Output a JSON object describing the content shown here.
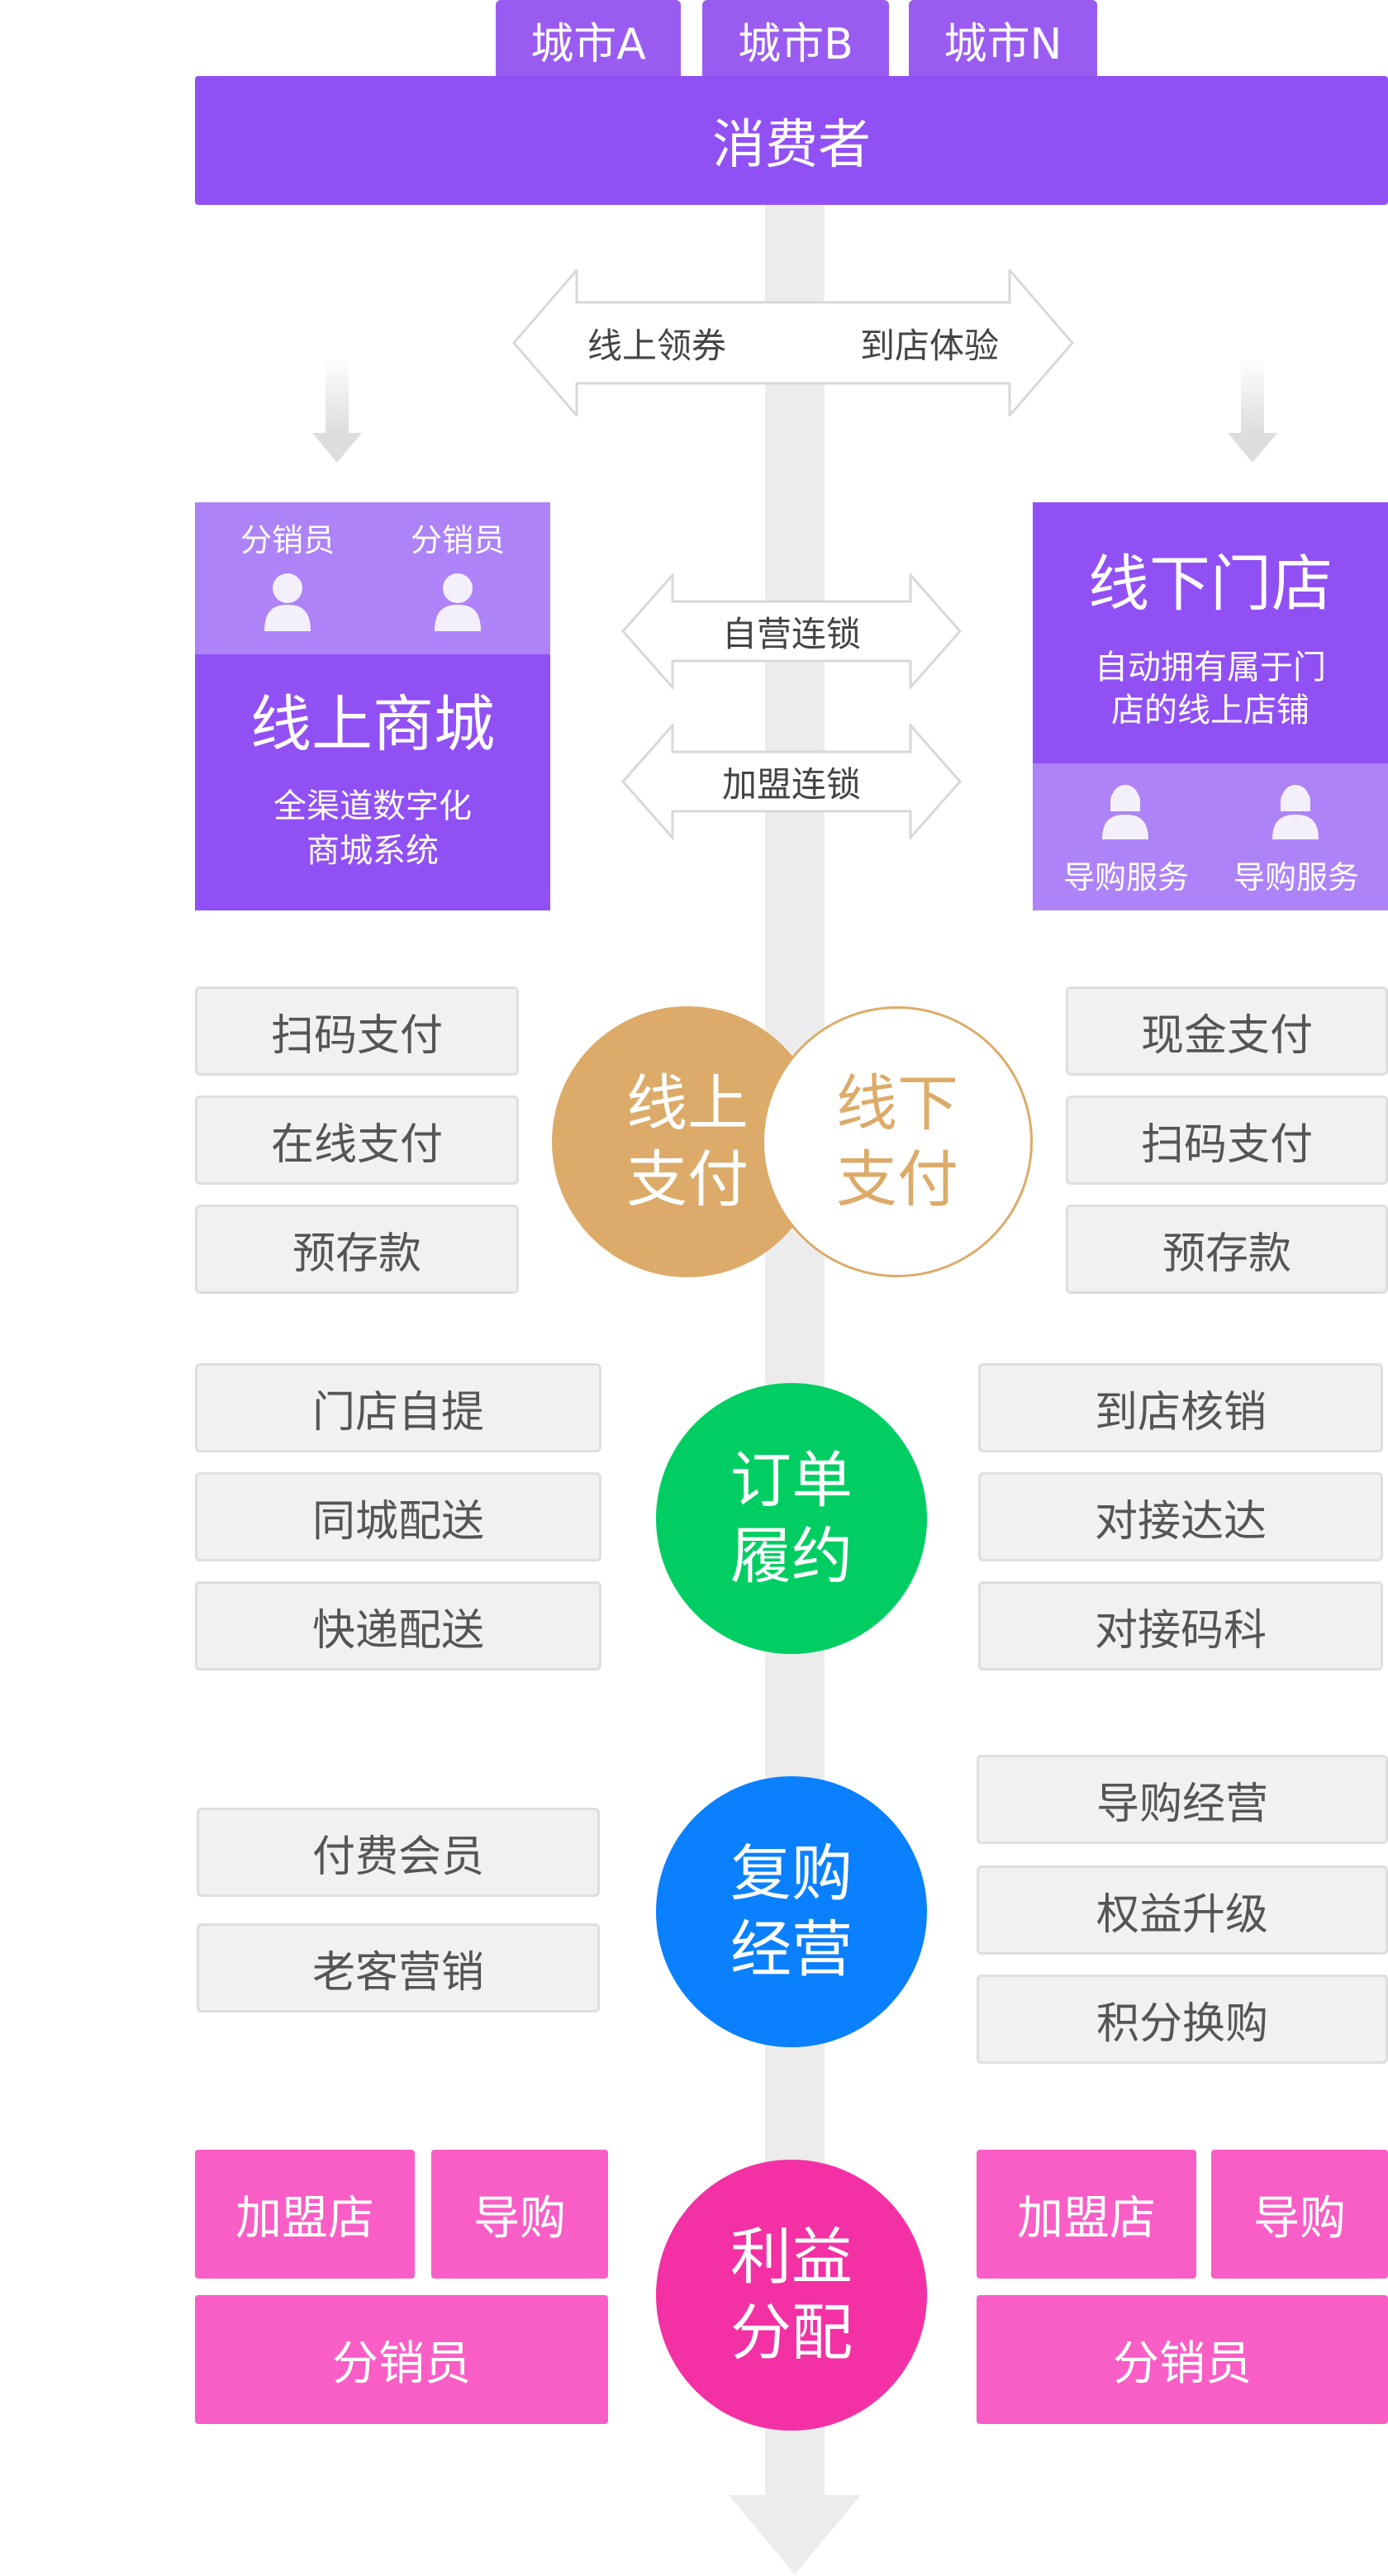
{
  "cities": [
    "城市A",
    "城市B",
    "城市N"
  ],
  "consumer": "消费者",
  "top_arrow": {
    "left": "线上领券",
    "right": "到店体验"
  },
  "online_mall": {
    "roles": [
      "分销员",
      "分销员"
    ],
    "title": "线上商城",
    "subtitle_line1": "全渠道数字化",
    "subtitle_line2": "商城系统"
  },
  "offline_store": {
    "title": "线下门店",
    "subtitle_line1": "自动拥有属于门",
    "subtitle_line2": "店的线上店铺",
    "roles": [
      "导购服务",
      "导购服务"
    ]
  },
  "mid_arrows": [
    "自营连锁",
    "加盟连锁"
  ],
  "payment": {
    "online_circle": {
      "line1": "线上",
      "line2": "支付"
    },
    "offline_circle": {
      "line1": "线下",
      "line2": "支付"
    },
    "left": [
      "扫码支付",
      "在线支付",
      "预存款"
    ],
    "right": [
      "现金支付",
      "扫码支付",
      "预存款"
    ]
  },
  "fulfillment": {
    "circle": {
      "line1": "订单",
      "line2": "履约"
    },
    "left": [
      "门店自提",
      "同城配送",
      "快递配送"
    ],
    "right": [
      "到店核销",
      "对接达达",
      "对接码科"
    ]
  },
  "repurchase": {
    "circle": {
      "line1": "复购",
      "line2": "经营"
    },
    "left": [
      "付费会员",
      "老客营销"
    ],
    "right": [
      "导购经营",
      "权益升级",
      "积分换购"
    ]
  },
  "profit": {
    "circle": {
      "line1": "利益",
      "line2": "分配"
    },
    "left": [
      "加盟店",
      "导购",
      "分销员"
    ],
    "right": [
      "加盟店",
      "导购",
      "分销员"
    ]
  },
  "colors": {
    "purple": "#9150f4",
    "purple_light": "#ad83f7",
    "gold": "#dcab69",
    "green": "#00ce63",
    "blue": "#0a80ff",
    "magenta": "#f331a4",
    "pink": "#f85ec6"
  }
}
